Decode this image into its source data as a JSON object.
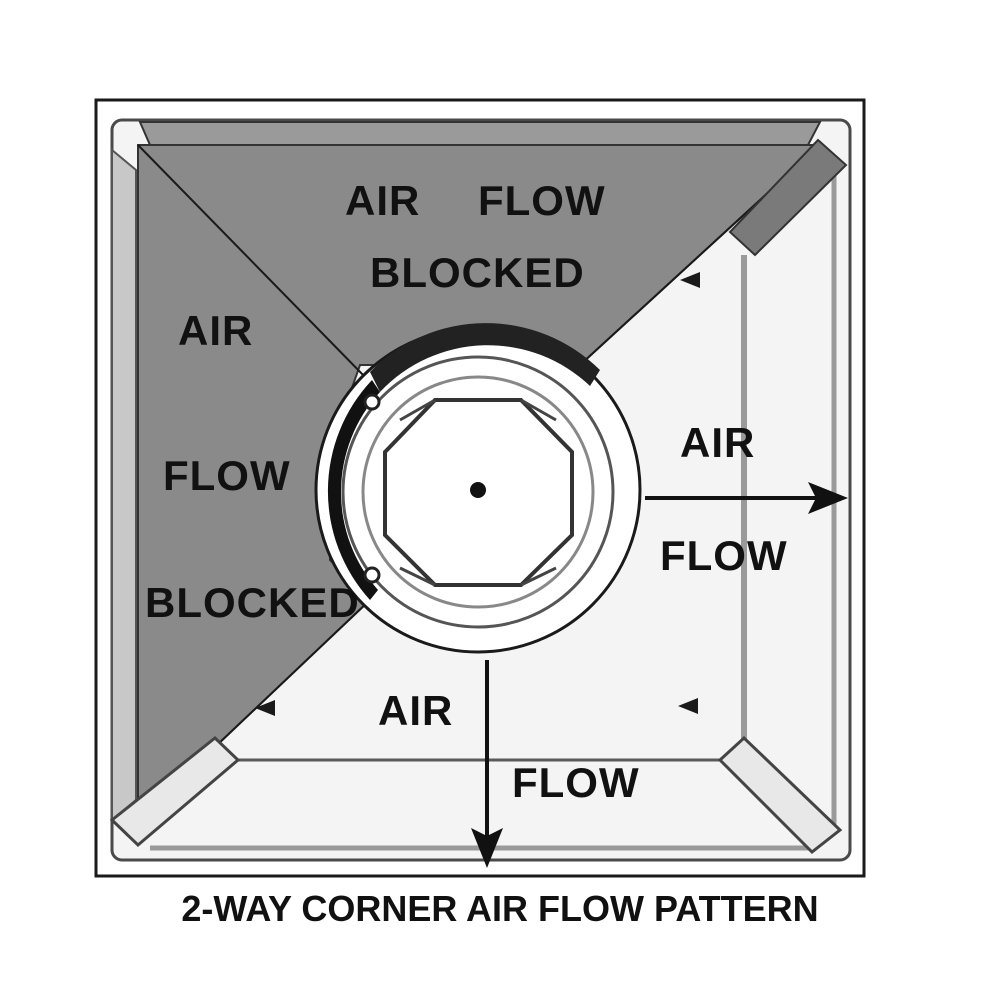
{
  "labels": {
    "top_air": "AIR",
    "top_flow": "FLOW",
    "top_blocked": "BLOCKED",
    "left_air": "AIR",
    "left_flow": "FLOW",
    "left_blocked": "BLOCKED",
    "right_air": "AIR",
    "right_flow": "FLOW",
    "bottom_air": "AIR",
    "bottom_flow": "FLOW"
  },
  "caption": "2-WAY CORNER AIR FLOW PATTERN",
  "colors": {
    "blocked_region": "#8a8a8a",
    "outline": "#1a1a1a",
    "frame_shade": "#b8b8b8",
    "background": "#ffffff"
  }
}
